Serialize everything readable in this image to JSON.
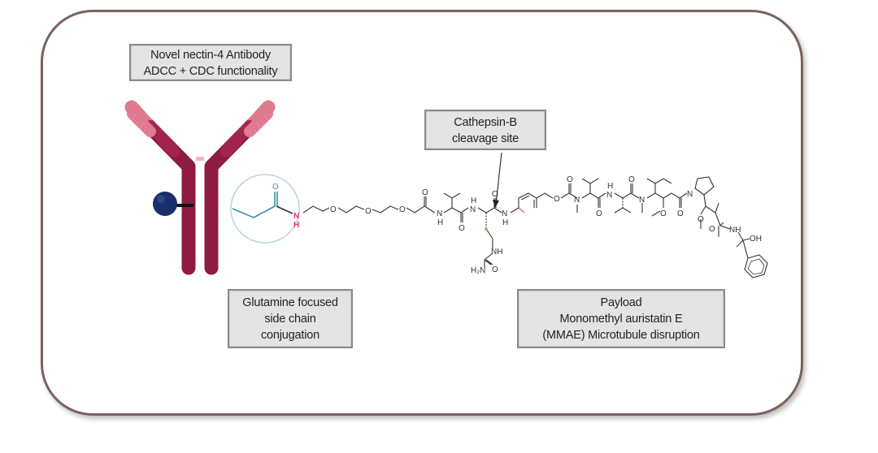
{
  "diagram": {
    "title": "Nectin-4 antibody-drug conjugate schematic",
    "labels": {
      "antibody": {
        "lines": [
          "Novel nectin-4 Antibody",
          "ADCC + CDC functionality"
        ]
      },
      "cathepsin": {
        "lines": [
          "Cathepsin-B",
          "cleavage site"
        ]
      },
      "glutamine": {
        "lines": [
          "Glutamine focused",
          "side chain",
          "conjugation"
        ]
      },
      "payload": {
        "lines": [
          "Payload",
          "Monomethyl auristatin E",
          "(MMAE) Microtubule disruption"
        ]
      }
    },
    "chem_atoms": {
      "O": "O",
      "N": "N",
      "H": "H",
      "NH": "NH",
      "OH": "OH",
      "H2N": "H₂N"
    },
    "colors": {
      "frame_border": "#7a625d",
      "antibody_heavy": "#8e1b44",
      "antibody_light": "#e07a8e",
      "glycan_ball": "#1b2f6b",
      "linker_teal": "#3a8fae",
      "amide_nh_magenta": "#e0337a",
      "circle_highlight": "#b9d3e6",
      "label_fill": "#e4e4e4"
    }
  }
}
